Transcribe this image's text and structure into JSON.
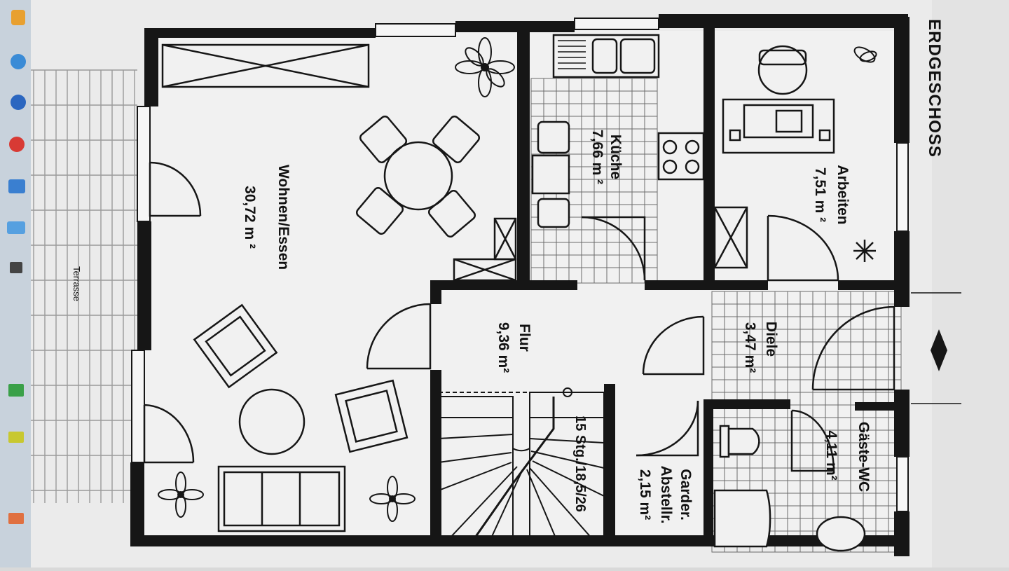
{
  "plan": {
    "title": "ERDGESCHOSS",
    "rooms": {
      "wohnen": {
        "name": "Wohnen/Essen",
        "area": "30,72 m ²"
      },
      "kueche": {
        "name": "Küche",
        "area": "7,66 m ²"
      },
      "arbeiten": {
        "name": "Arbeiten",
        "area": "7,51 m ²"
      },
      "flur": {
        "name": "Flur",
        "area": "9,36 m²"
      },
      "diele": {
        "name": "Diele",
        "area": "3,47 m²"
      },
      "gaeste_wc": {
        "name": "Gäste-WC",
        "area": "4,11 m²"
      },
      "garderobe": {
        "name": "Garder.",
        "name2": "Abstellr.",
        "area": "2,15 m²"
      }
    },
    "stairs": "15 Stg./18,5/26",
    "terrace": "Terrasse"
  },
  "colors": {
    "wall": "#161616",
    "paper": "#f1f1f1",
    "background": "#d9d9d9",
    "taskbar": "#c8d2dc"
  },
  "icons": [
    "app-icon",
    "browser-icon",
    "mail-icon",
    "record-icon",
    "folder-icon",
    "entry-arrow-icon"
  ]
}
